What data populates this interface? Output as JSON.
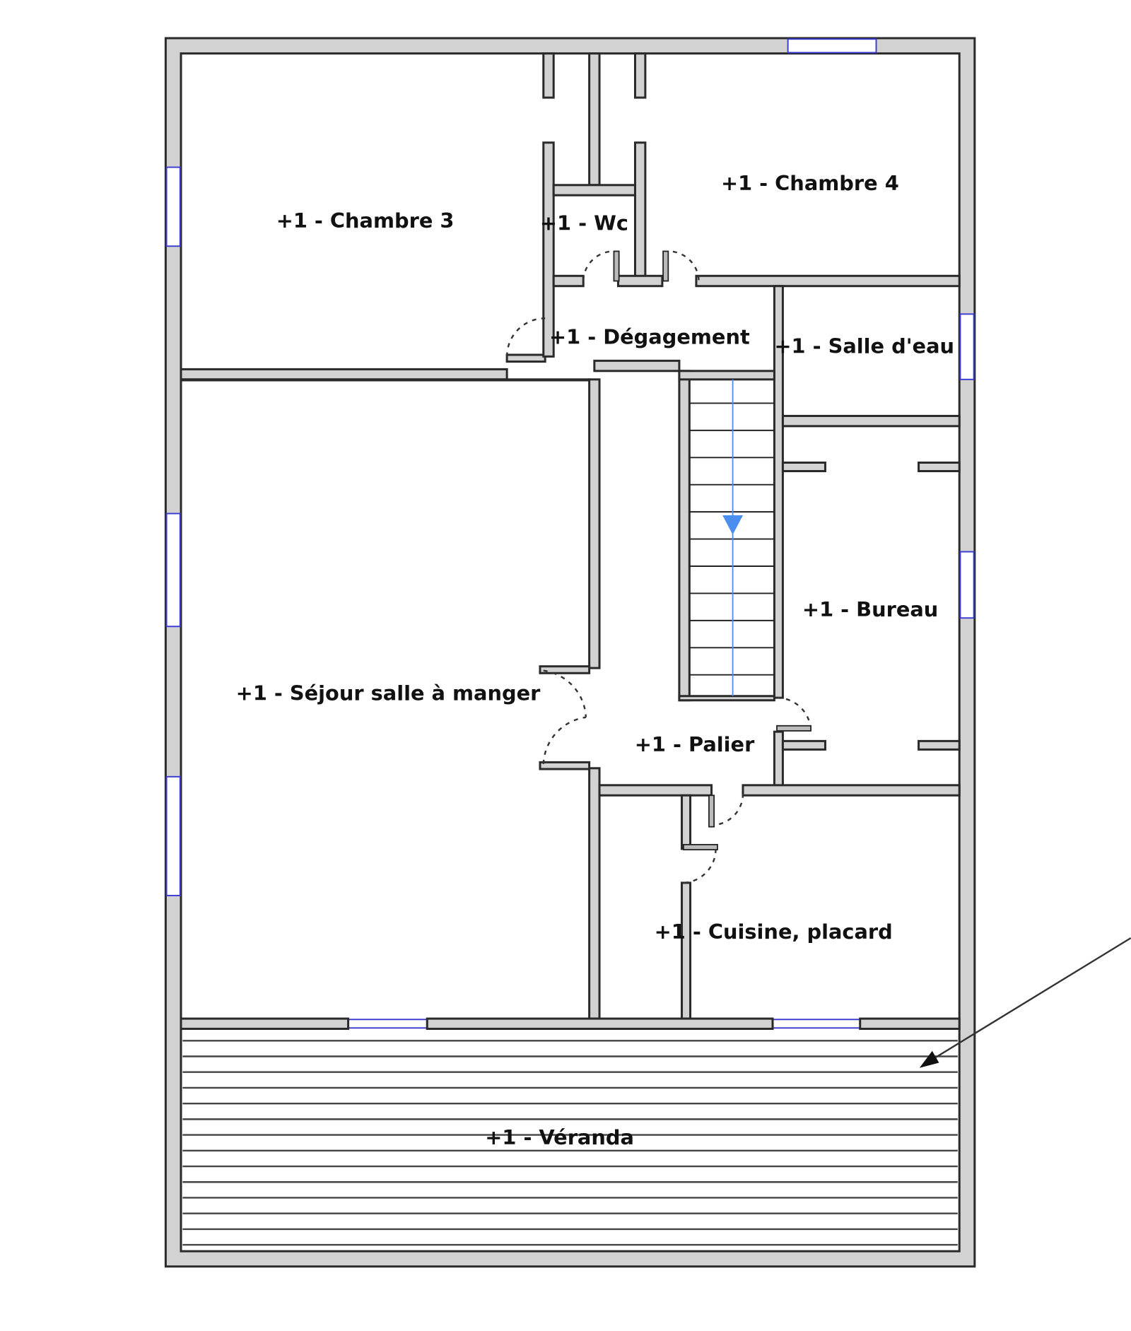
{
  "rooms": {
    "chambre3": "+1 - Chambre 3",
    "wc": "+1 - Wc",
    "chambre4": "+1 - Chambre 4",
    "degagement": "+1 - Dégagement",
    "salle_deau": "+1 - Salle d'eau",
    "bureau": "+1 - Bureau",
    "sejour": "+1 - Séjour salle à manger",
    "palier": "+1 - Palier",
    "cuisine": "+1 - Cuisine, placard",
    "veranda": "+1 - Véranda"
  },
  "colors": {
    "wall": "#d2d2d2",
    "window": "#3a3ad0",
    "stair_arrow": "#4a8ef0"
  }
}
